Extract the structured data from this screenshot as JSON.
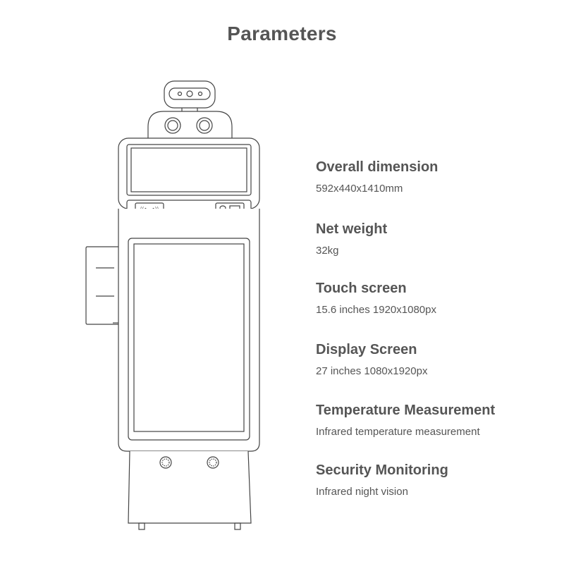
{
  "page": {
    "title": "Parameters"
  },
  "colors": {
    "text": "#555555",
    "line": "#444444",
    "background": "#ffffff"
  },
  "device": {
    "name": "kiosk-line-drawing",
    "icons": [
      "camera-icon",
      "nfc-reader-icon",
      "card-slot-icon",
      "speaker-icon"
    ]
  },
  "parameters": [
    {
      "label": "Overall dimension",
      "value": "592x440x1410mm"
    },
    {
      "label": "Net weight",
      "value": "32kg"
    },
    {
      "label": "Touch screen",
      "value": "15.6 inches 1920x1080px"
    },
    {
      "label": "Display Screen",
      "value": "27 inches 1080x1920px"
    },
    {
      "label": "Temperature Measurement",
      "value": "Infrared temperature measurement"
    },
    {
      "label": "Security Monitoring",
      "value": "Infrared night vision"
    }
  ]
}
